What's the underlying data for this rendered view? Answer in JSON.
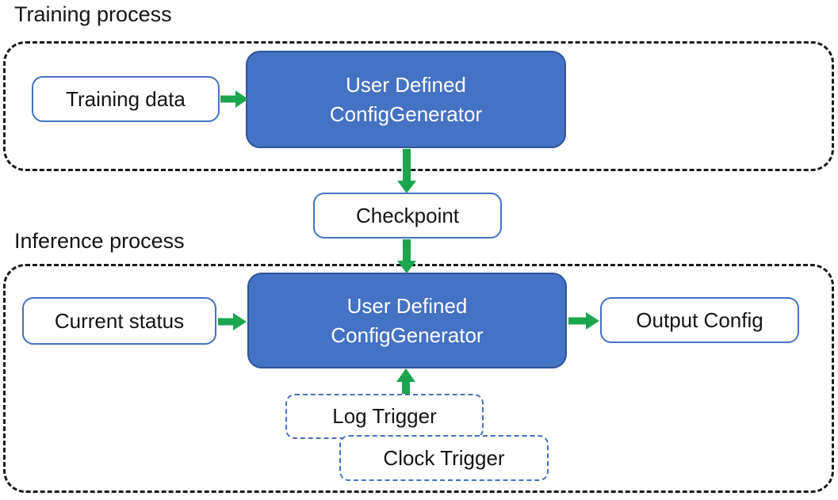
{
  "colors": {
    "background": "#FFFFFF",
    "box_fill_blue": "#4472C4",
    "box_border_dark": "#2F5496",
    "outline_blue": "#4472C4",
    "trigger_dash_blue": "#4472C4",
    "arrow_green": "#1BA64D",
    "container_dash_black": "#1A1A1A",
    "text_dark": "#141414",
    "text_light": "#FFFFFF"
  },
  "training": {
    "label": "Training process",
    "input_box": "Training data",
    "generator_line1": "User Defined",
    "generator_line2": "ConfigGenerator"
  },
  "checkpoint_label": "Checkpoint",
  "inference": {
    "label": "Inference process",
    "input_box": "Current status",
    "generator_line1": "User Defined",
    "generator_line2": "ConfigGenerator",
    "output_box": "Output Config",
    "trigger_log": "Log Trigger",
    "trigger_clock": "Clock Trigger"
  }
}
